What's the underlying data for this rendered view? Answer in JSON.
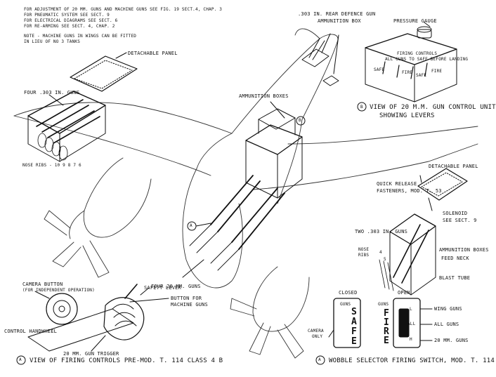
{
  "notes": {
    "lines": [
      "FOR ADJUSTMENT OF 20 MM. GUNS AND MACHINE GUNS SEE FIG. 19 SECT.4, CHAP. 3",
      "FOR PNEUMATIC SYSTEM SEE SECT. 9",
      "FOR ELECTRICAL DIAGRAMS SEE SECT. 6",
      "FOR RE-ARMING SEE SECT. 4, CHAP. 2"
    ],
    "tank_note_1": "NOTE - MACHINE GUNS IN WINGS CAN BE FITTED",
    "tank_note_2": "IN LIEU OF NO 3 TANKS"
  },
  "labels": {
    "detachable_panel_left": "DETACHABLE PANEL",
    "four_303_guns": "FOUR .303 IN. GUNS",
    "nose_ribs_left": "NOSE RIBS - 10  9  8  7  6",
    "rear_gun_1": ".303 IN. REAR DEFENCE GUN",
    "rear_gun_2": "AMMUNITION BOX",
    "ammunition_boxes_top": "AMMUNITION BOXES",
    "callout_b": "B",
    "callout_a": "A",
    "four_20mm": "FOUR 20 MM. GUNS",
    "pressure_gauge": "PRESSURE GAUGE",
    "firing_controls_title": "FIRING CONTROLS",
    "firing_controls_sub": "ALL GUNS TO SAFE BEFORE LANDING",
    "lever_labels": [
      "SAFE",
      "FIRE",
      "SAFE",
      "FIRE"
    ],
    "view_b_1": "VIEW OF 20 M.M. GUN CONTROL UNIT",
    "view_b_2": "SHOWING LEVERS",
    "detachable_panel_right": "DETACHABLE PANEL",
    "quick_release_1": "QUICK RELEASE",
    "quick_release_2": "FASTENERS, MOD. T. 53",
    "solenoid_1": "SOLENOID",
    "solenoid_2": "SEE SECT. 9",
    "two_303_guns": "TWO .303 IN. GUNS",
    "ammunition_boxes_right": "AMMUNITION BOXES",
    "feed_neck": "FEED NECK",
    "nose_ribs_right_1": "NOSE",
    "nose_ribs_right_2": "RIBS",
    "rib_numbers": [
      "4",
      "5"
    ],
    "blast_tube": "BLAST TUBE",
    "camera_button_1": "CAMERA BUTTON",
    "camera_button_2": "(FOR INDEPENDENT OPERATION)",
    "safety_lever": "SAFETY LEVER",
    "button_mg_1": "BUTTON FOR",
    "button_mg_2": "MACHINE GUNS",
    "control_handwheel": "CONTROL HANDWHEEL",
    "trigger_20mm": "20 MM. GUN TRIGGER",
    "view_a": "VIEW OF FIRING CONTROLS   PRE-MOD. T. 114  CLASS 4 B",
    "closed": "CLOSED",
    "open": "OPEN",
    "camera_only_1": "CAMERA",
    "camera_only_2": "ONLY",
    "guns_word": "GUNS",
    "safe_letters": [
      "S",
      "A",
      "F",
      "E"
    ],
    "fire_letters": [
      "F",
      "I",
      "R",
      "E"
    ],
    "switch_small": [
      "L",
      "ALL",
      "H"
    ],
    "wing_guns": "WING GUNS",
    "all_guns": "ALL GUNS",
    "guns_20mm": "20 MM. GUNS",
    "wobble_caption": "WOBBLE SELECTOR FIRING SWITCH, MOD. T. 114"
  }
}
